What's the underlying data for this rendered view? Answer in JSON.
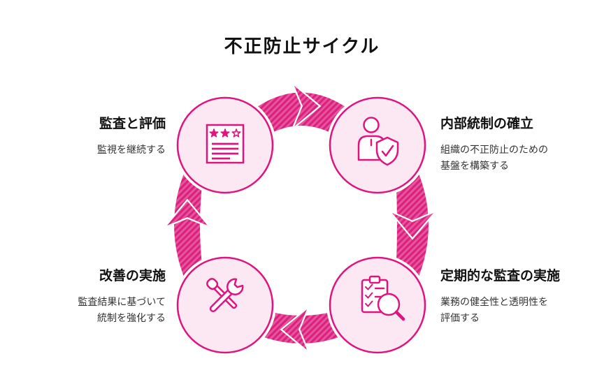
{
  "title": "不正防止サイクル",
  "colors": {
    "primary_magenta": "#E0147F",
    "circle_fill": "#FBE8F2",
    "arrow_stripe_dark": "#D9217E",
    "arrow_stripe_light": "#E8559D",
    "title_text": "#111111",
    "body_text": "#333333",
    "background": "#FFFFFF"
  },
  "nodes": [
    {
      "id": "audit-evaluation",
      "position": "top-left",
      "label": "監査と評価",
      "desc_lines": [
        "監視を継続する"
      ],
      "icon": "document-stars-icon"
    },
    {
      "id": "internal-control",
      "position": "top-right",
      "label": "内部統制の確立",
      "desc_lines": [
        "組織の不正防止のための",
        "基盤を構築する"
      ],
      "icon": "person-shield-check-icon"
    },
    {
      "id": "regular-audit",
      "position": "bottom-right",
      "label": "定期的な監査の実施",
      "desc_lines": [
        "業務の健全性と透明性を",
        "評価する"
      ],
      "icon": "clipboard-magnifier-icon"
    },
    {
      "id": "improvement",
      "position": "bottom-left",
      "label": "改善の実施",
      "desc_lines": [
        "監査結果に基づいて",
        "統制を強化する"
      ],
      "icon": "wrench-screwdriver-icon"
    }
  ]
}
